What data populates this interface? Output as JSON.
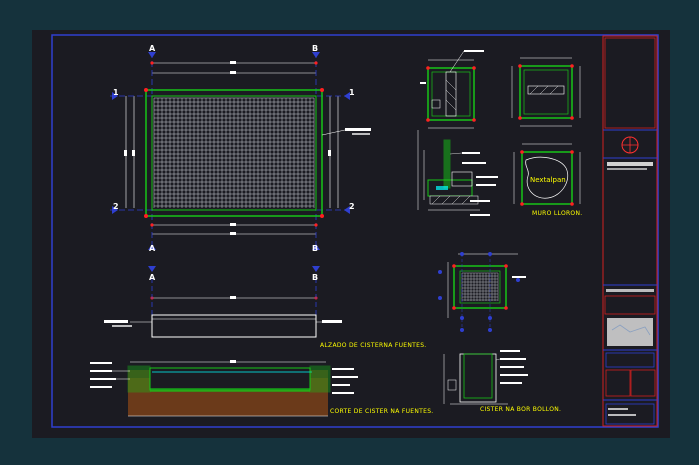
{
  "drawing": {
    "labels": {
      "alzado": "ALZADO DE CISTERNA FUENTES.",
      "corte": "CORTE DE CISTER NA FUENTES.",
      "borbollon": "CISTER NA BOR BOLLON.",
      "muro": "MURO LLORON.",
      "stamp": "Nextalpan"
    },
    "axes": {
      "a": "A",
      "b": "B",
      "one": "1",
      "two": "2"
    }
  },
  "colors": {
    "background": "#15323c",
    "sheet": "#1b1b22",
    "border": "#2f3fd0",
    "green": "#17c517",
    "yellow": "#ffff00",
    "red": "#ff2020",
    "white": "#ffffff",
    "ground": "#6b3a1a"
  }
}
